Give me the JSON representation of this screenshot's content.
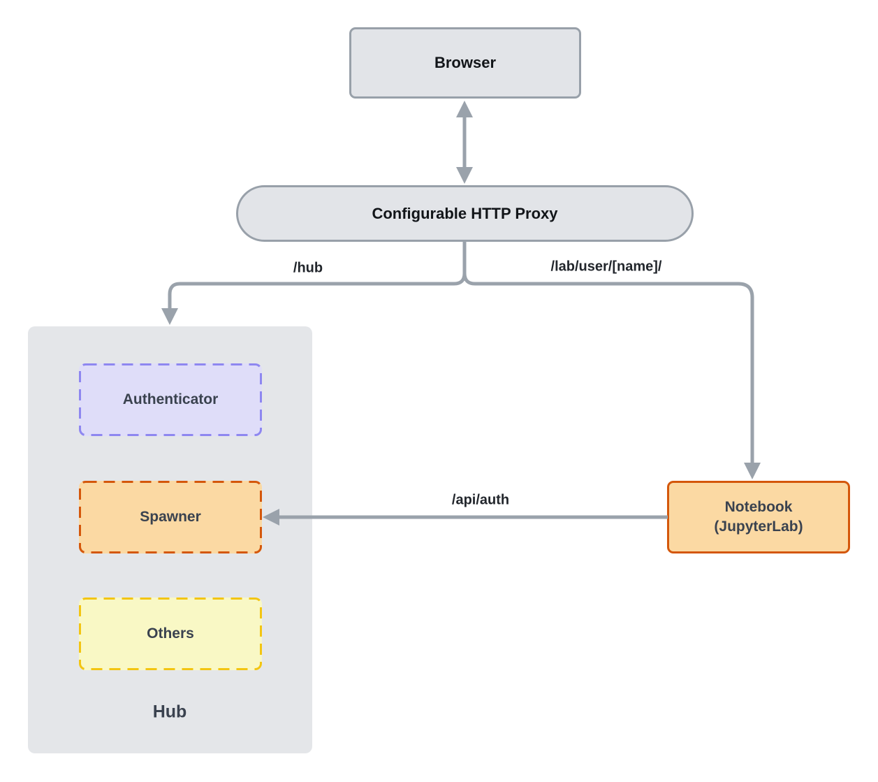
{
  "diagram": {
    "title": "JupyterHub architecture diagram",
    "nodes": {
      "browser": {
        "label": "Browser"
      },
      "proxy": {
        "label": "Configurable HTTP Proxy"
      },
      "hub": {
        "label": "Hub"
      },
      "authenticator": {
        "label": "Authenticator"
      },
      "spawner": {
        "label": "Spawner"
      },
      "others": {
        "label": "Others"
      },
      "notebook": {
        "label_line1": "Notebook",
        "label_line2": "(JupyterLab)"
      }
    },
    "edges": {
      "browser_proxy": {
        "label": "",
        "direction": "bidirectional"
      },
      "proxy_hub": {
        "label": "/hub",
        "direction": "to-hub"
      },
      "proxy_notebook": {
        "label": "/lab/user/[name]/",
        "direction": "to-notebook"
      },
      "notebook_spawner": {
        "label": "/api/auth",
        "direction": "to-spawner"
      }
    },
    "colors": {
      "connector": "#9aa2ab",
      "gray_node_fill": "#e2e4e8",
      "gray_node_border": "#98a0a9",
      "hub_container_fill": "#e4e6e9",
      "authenticator_fill": "#dfddf9",
      "authenticator_border": "#8e87f0",
      "spawner_fill": "#fbd9a3",
      "spawner_border": "#d4570b",
      "others_fill": "#f9f8c5",
      "others_border": "#f3c512",
      "notebook_fill": "#fbd9a3",
      "notebook_border": "#d4570b",
      "text_dark": "#121519",
      "text_slate": "#3a424f"
    }
  }
}
